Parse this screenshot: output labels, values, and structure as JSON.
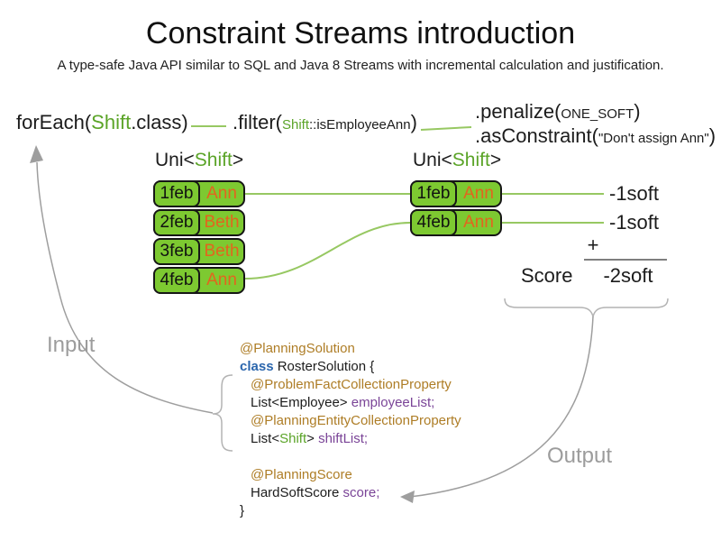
{
  "title": "Constraint Streams introduction",
  "subtitle": "A type-safe Java API similar to SQL and Java 8 Streams with incremental calculation and justification.",
  "pipeline": {
    "foreach_prefix": "forEach(",
    "foreach_class": "Shift",
    "foreach_suffix": ".class)",
    "filter_prefix": ".filter(",
    "filter_arg_class": "Shift",
    "filter_arg_method": "::isEmployeeAnn",
    "filter_suffix": ")",
    "penalize_prefix": ".penalize(",
    "penalize_arg": "ONE_SOFT",
    "penalize_suffix": ")",
    "asconstraint_prefix": ".asConstraint(",
    "asconstraint_arg": "\"Don't assign Ann\"",
    "asconstraint_suffix": ")"
  },
  "left_stream": {
    "label_prefix": "Uni<",
    "label_type": "Shift",
    "label_suffix": ">",
    "rows": [
      {
        "date": "1feb",
        "name": "Ann"
      },
      {
        "date": "2feb",
        "name": "Beth"
      },
      {
        "date": "3feb",
        "name": "Beth"
      },
      {
        "date": "4feb",
        "name": "Ann"
      }
    ]
  },
  "right_stream": {
    "label_prefix": "Uni<",
    "label_type": "Shift",
    "label_suffix": ">",
    "rows": [
      {
        "date": "1feb",
        "name": "Ann",
        "penalty": "-1soft"
      },
      {
        "date": "4feb",
        "name": "Ann",
        "penalty": "-1soft"
      }
    ]
  },
  "score": {
    "plus": "+",
    "label": "Score",
    "value": "-2soft"
  },
  "flow_labels": {
    "input": "Input",
    "output": "Output"
  },
  "code": {
    "annotation_solution": "@PlanningSolution",
    "kw_class": "class",
    "class_decl": " RosterSolution {",
    "annotation_problem_fact": "@ProblemFactCollectionProperty",
    "employee_type": "List<Employee> ",
    "employee_field": "employeeList;",
    "annotation_planning_entity": "@PlanningEntityCollectionProperty",
    "shift_type_prefix": "List<",
    "shift_type_green": "Shift",
    "shift_type_suffix": "> ",
    "shift_field": "shiftList;",
    "annotation_score": "@PlanningScore",
    "score_type": "HardSoftScore ",
    "score_field": "score;",
    "closing_brace": "}"
  },
  "colors": {
    "green_type": "#5ba428",
    "box_green": "#7dc931",
    "orange_name": "#e2651e",
    "connector_green": "#97c862",
    "annotation_gold": "#ae7d26",
    "keyword_blue": "#2b66ad",
    "field_purple": "#7a4497",
    "gray_flow": "#9e9e9e"
  }
}
